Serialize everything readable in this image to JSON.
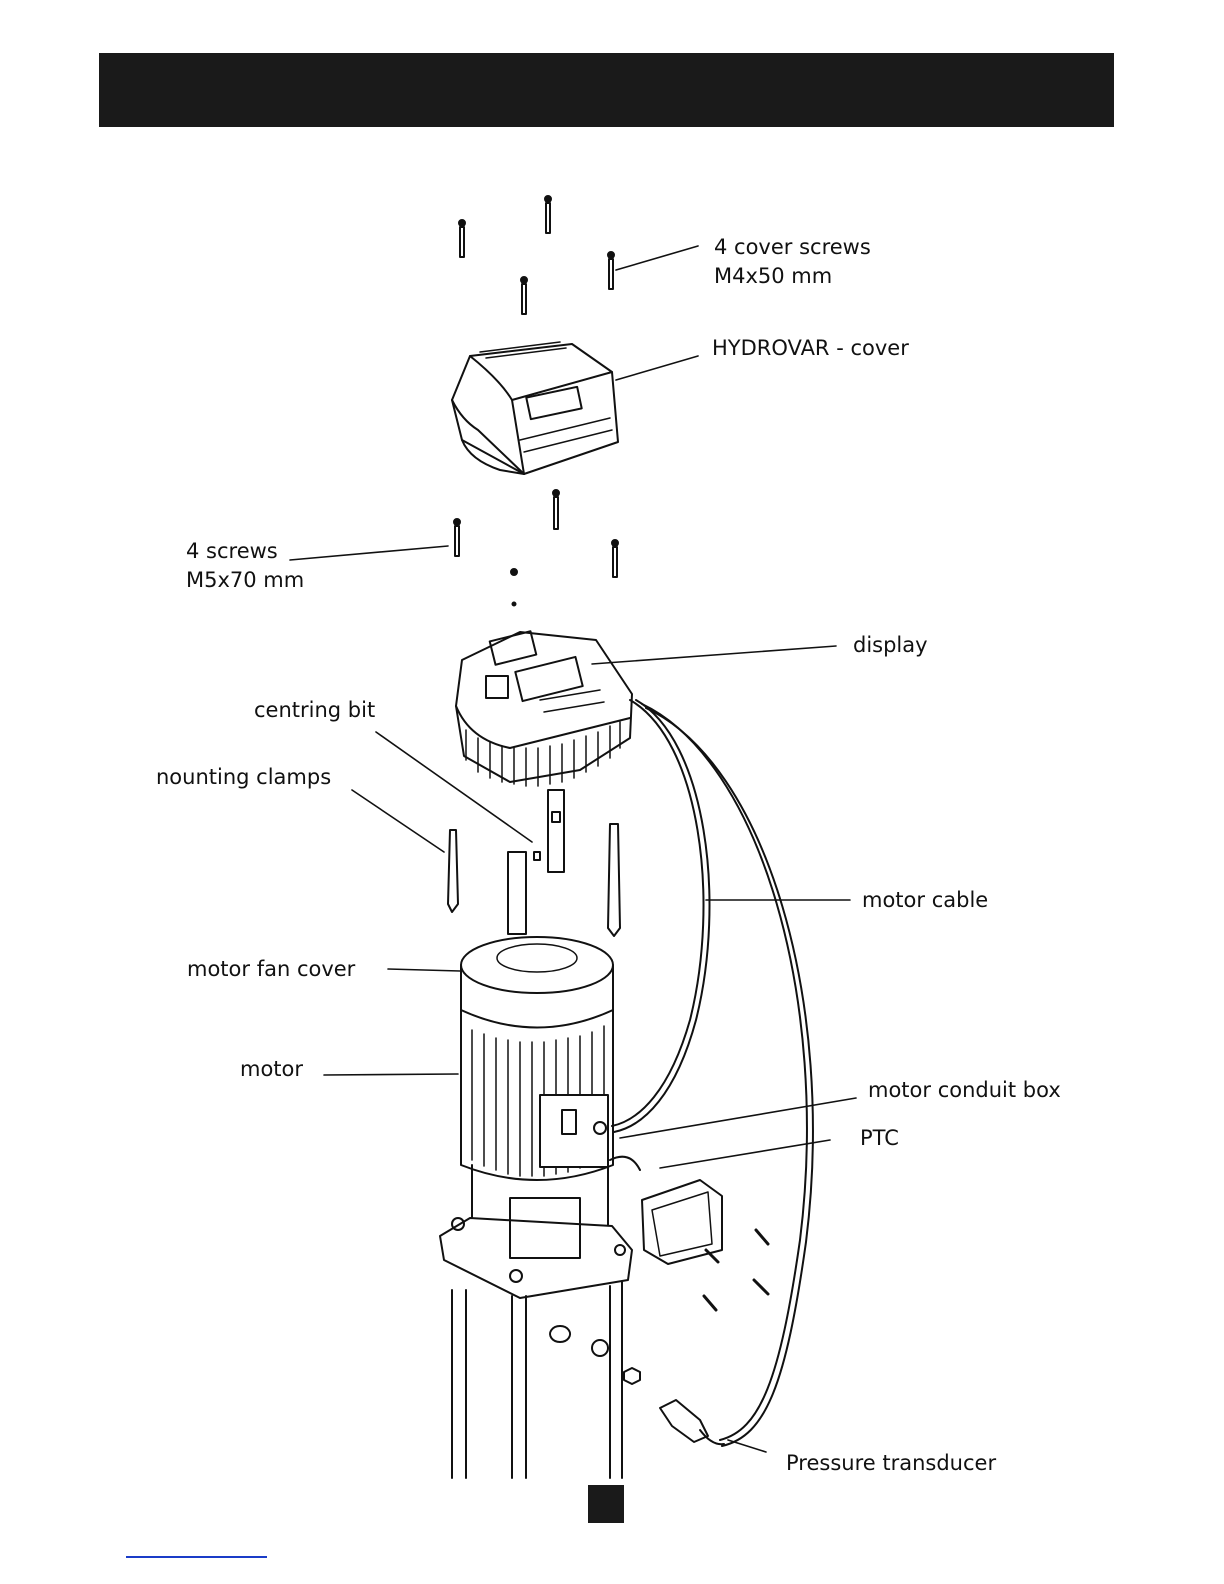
{
  "labels": {
    "cover_screws": "4 cover screws",
    "cover_screws_size": "M4x50 mm",
    "hydrovar_cover": "HYDROVAR - cover",
    "screws": "4 screws",
    "screws_size": "M5x70 mm",
    "display": "display",
    "centring_bit": "centring bit",
    "mounting_clamps": "nounting clamps",
    "motor_cable": "motor cable",
    "motor_fan_cover": "motor fan cover",
    "motor": "motor",
    "motor_conduit_box": "motor conduit box",
    "ptc": "PTC",
    "pressure_transducer": "Pressure transducer"
  },
  "colors": {
    "header": "#1a1a1a",
    "ink": "#111111",
    "footer_link": "#1a3cc8"
  }
}
